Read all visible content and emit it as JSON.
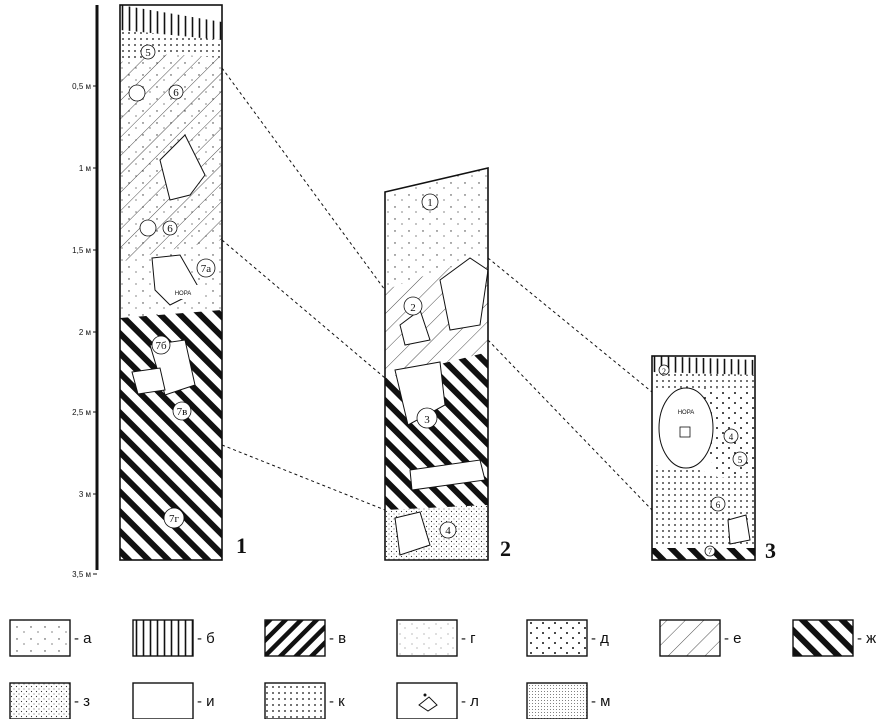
{
  "depth_scale": {
    "ticks": [
      "0,5 м",
      "1 м",
      "1,5 м",
      "2 м",
      "2,5 м",
      "3 м",
      "3,5 м"
    ]
  },
  "columns": [
    {
      "number": "1",
      "layers": [
        "5",
        "6",
        "6",
        "7а",
        "7б",
        "7в",
        "7г"
      ],
      "nora_label": "НОРА"
    },
    {
      "number": "2",
      "layers": [
        "1",
        "2",
        "3",
        "4"
      ]
    },
    {
      "number": "3",
      "layers": [
        "2",
        "4",
        "5",
        "6",
        "7"
      ],
      "nora_label": "НОРА"
    }
  ],
  "legend": [
    {
      "key": "a",
      "label": "- а"
    },
    {
      "key": "b",
      "label": "- б"
    },
    {
      "key": "v",
      "label": "- в"
    },
    {
      "key": "g",
      "label": "- г"
    },
    {
      "key": "d",
      "label": "- д"
    },
    {
      "key": "e",
      "label": "- е"
    },
    {
      "key": "zh",
      "label": "- ж"
    },
    {
      "key": "z",
      "label": "- з"
    },
    {
      "key": "i",
      "label": "- и"
    },
    {
      "key": "k",
      "label": "- к"
    },
    {
      "key": "l",
      "label": "- л"
    },
    {
      "key": "m",
      "label": "- м"
    }
  ]
}
